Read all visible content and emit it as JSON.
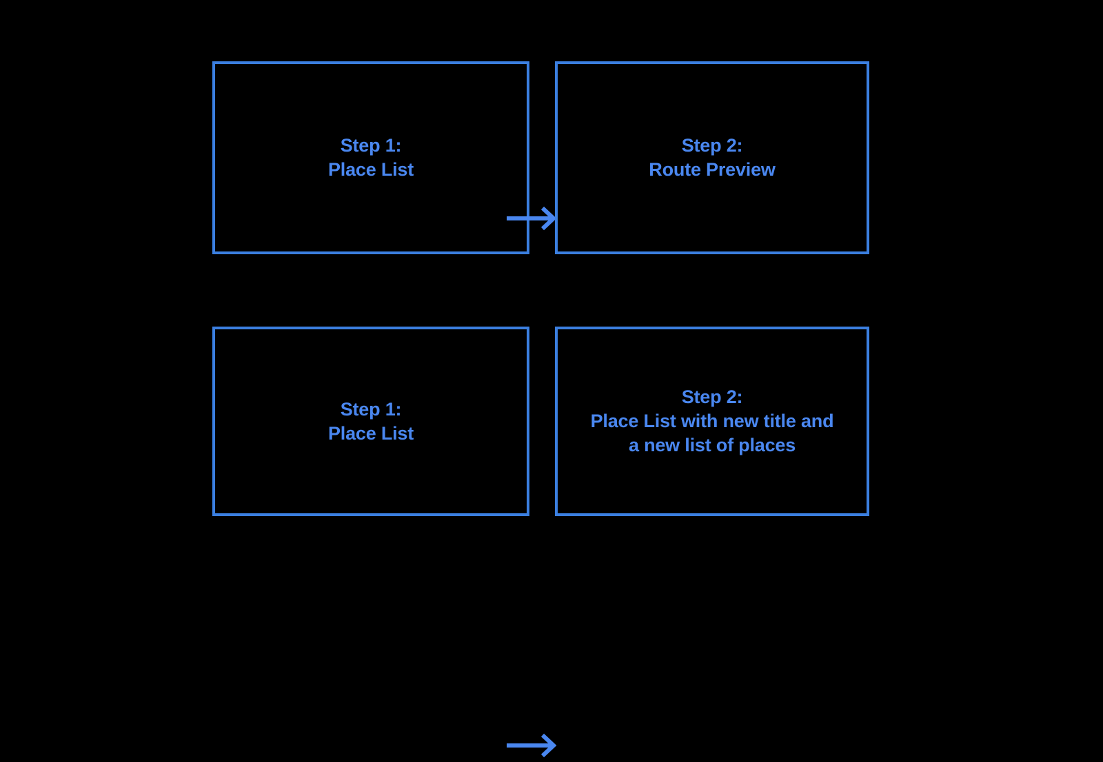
{
  "diagram": {
    "title": "Two-flow step diagram",
    "background_color": "#000000",
    "accent_color": "#4a87f0",
    "border_color": "#3b7fe0",
    "flows": [
      {
        "id": "flow-route-preview",
        "boxes": [
          {
            "id": "row1-step1",
            "label": "Step 1:\nPlace List",
            "step_number": "1",
            "step_title": "Place List"
          },
          {
            "id": "row1-step2",
            "label": "Step 2:\nRoute Preview",
            "step_number": "2",
            "step_title": "Route Preview"
          }
        ],
        "connector": {
          "type": "arrow-right",
          "icon": "arrow-right-icon"
        }
      },
      {
        "id": "flow-new-place-list",
        "boxes": [
          {
            "id": "row2-step1",
            "label": "Step 1:\nPlace List",
            "step_number": "1",
            "step_title": "Place List"
          },
          {
            "id": "row2-step2",
            "label": "Step 2:\nPlace List with new title and\na new list of places",
            "step_number": "2",
            "step_title": "Place List with new title and a new list of places"
          }
        ],
        "connector": {
          "type": "arrow-right",
          "icon": "arrow-right-icon"
        }
      }
    ]
  }
}
